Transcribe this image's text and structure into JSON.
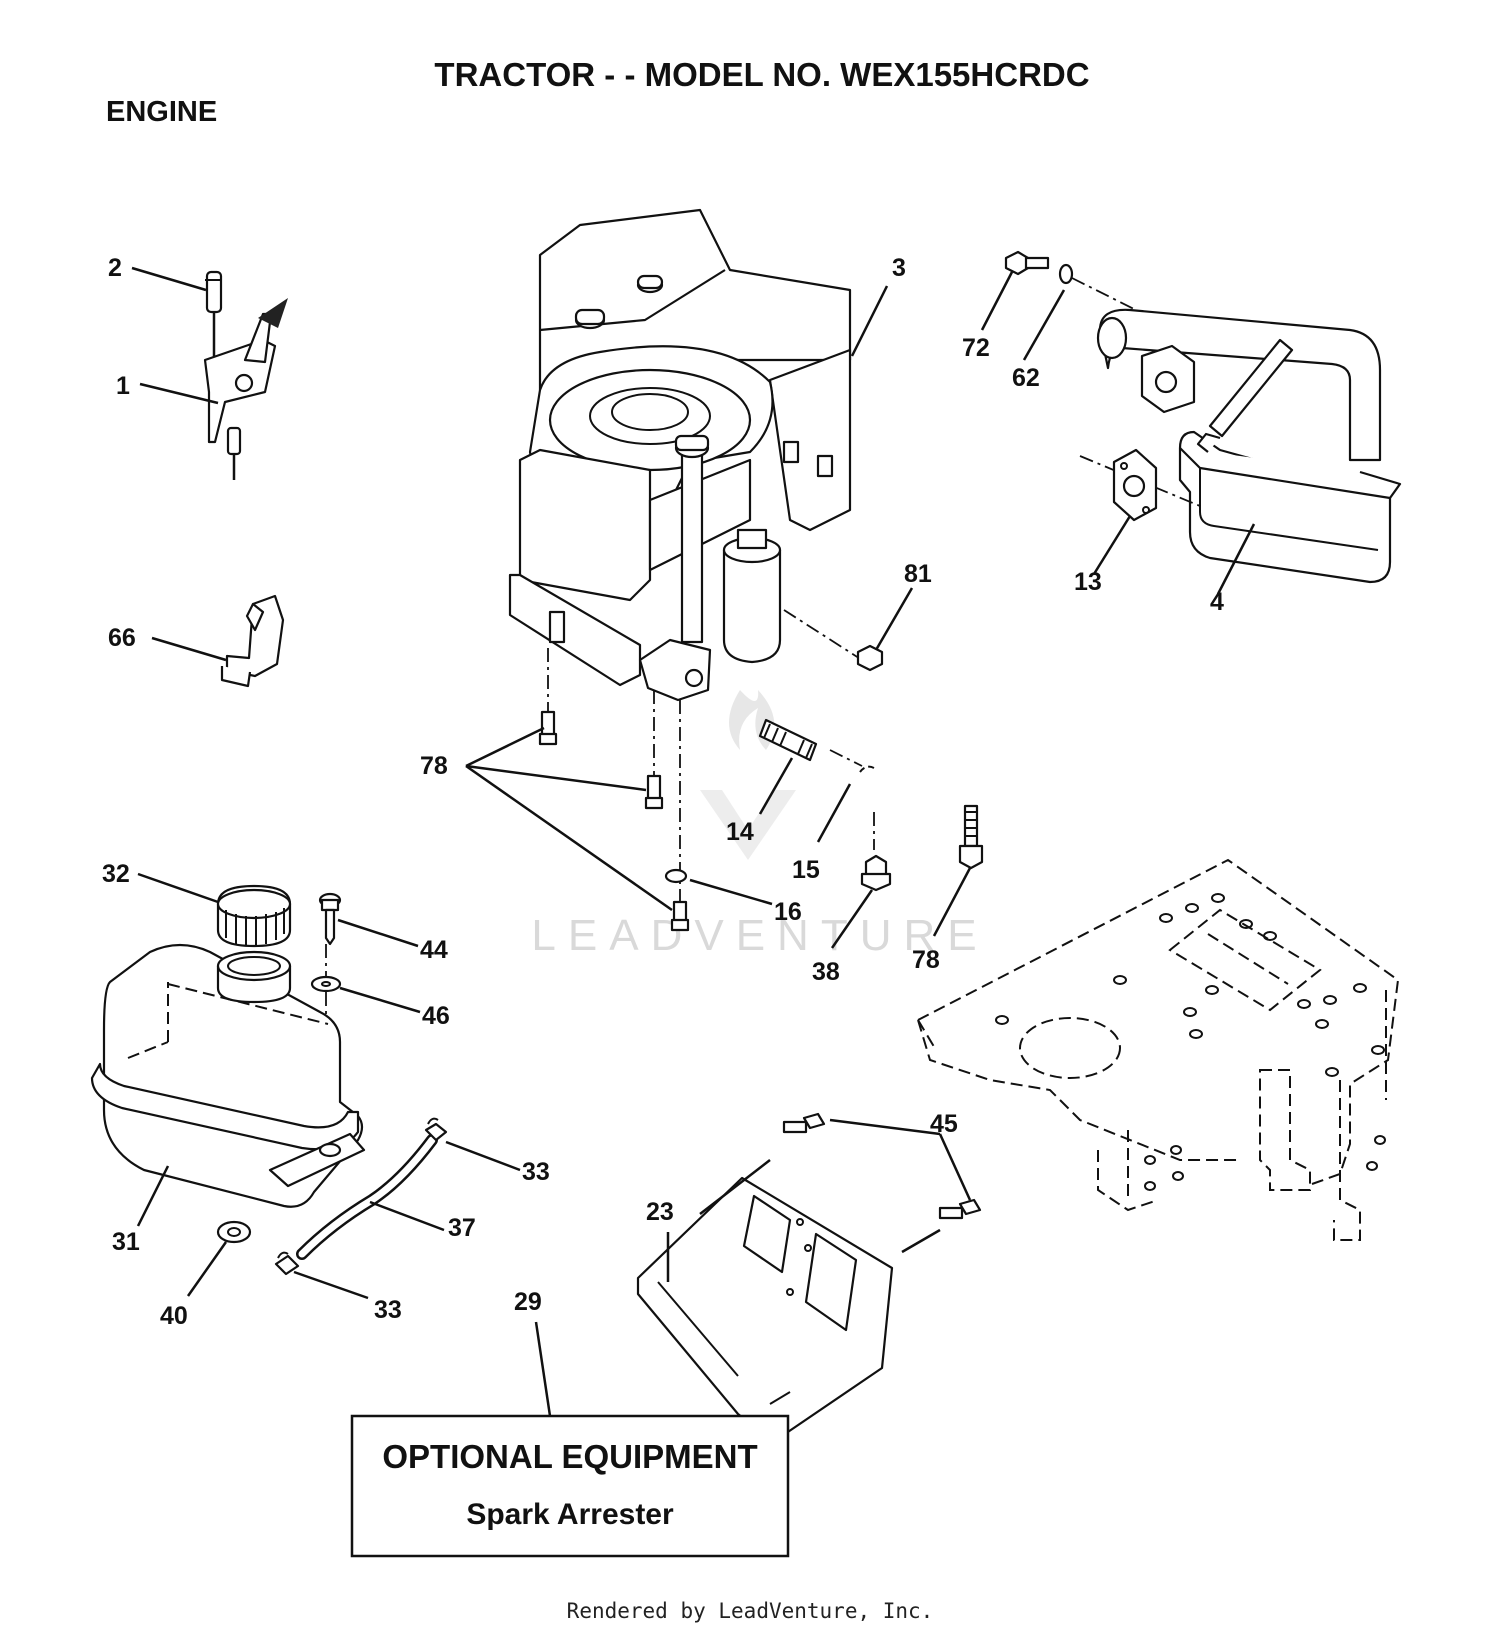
{
  "header": {
    "title": "TRACTOR - - MODEL NO. WEX155HCRDC",
    "section": "ENGINE"
  },
  "callouts": [
    {
      "id": "2",
      "label": "2"
    },
    {
      "id": "1",
      "label": "1"
    },
    {
      "id": "66",
      "label": "66"
    },
    {
      "id": "3",
      "label": "3"
    },
    {
      "id": "72",
      "label": "72"
    },
    {
      "id": "62",
      "label": "62"
    },
    {
      "id": "13",
      "label": "13"
    },
    {
      "id": "4",
      "label": "4"
    },
    {
      "id": "81",
      "label": "81"
    },
    {
      "id": "78a",
      "label": "78"
    },
    {
      "id": "14",
      "label": "14"
    },
    {
      "id": "15",
      "label": "15"
    },
    {
      "id": "16",
      "label": "16"
    },
    {
      "id": "38",
      "label": "38"
    },
    {
      "id": "78b",
      "label": "78"
    },
    {
      "id": "32",
      "label": "32"
    },
    {
      "id": "44",
      "label": "44"
    },
    {
      "id": "46",
      "label": "46"
    },
    {
      "id": "31",
      "label": "31"
    },
    {
      "id": "33a",
      "label": "33"
    },
    {
      "id": "37",
      "label": "37"
    },
    {
      "id": "40",
      "label": "40"
    },
    {
      "id": "33b",
      "label": "33"
    },
    {
      "id": "29",
      "label": "29"
    },
    {
      "id": "23",
      "label": "23"
    },
    {
      "id": "45",
      "label": "45"
    }
  ],
  "optional_box": {
    "title": "OPTIONAL EQUIPMENT",
    "subtitle": "Spark Arrester"
  },
  "watermark": "LEADVENTURE",
  "footer": "Rendered by LeadVenture, Inc."
}
